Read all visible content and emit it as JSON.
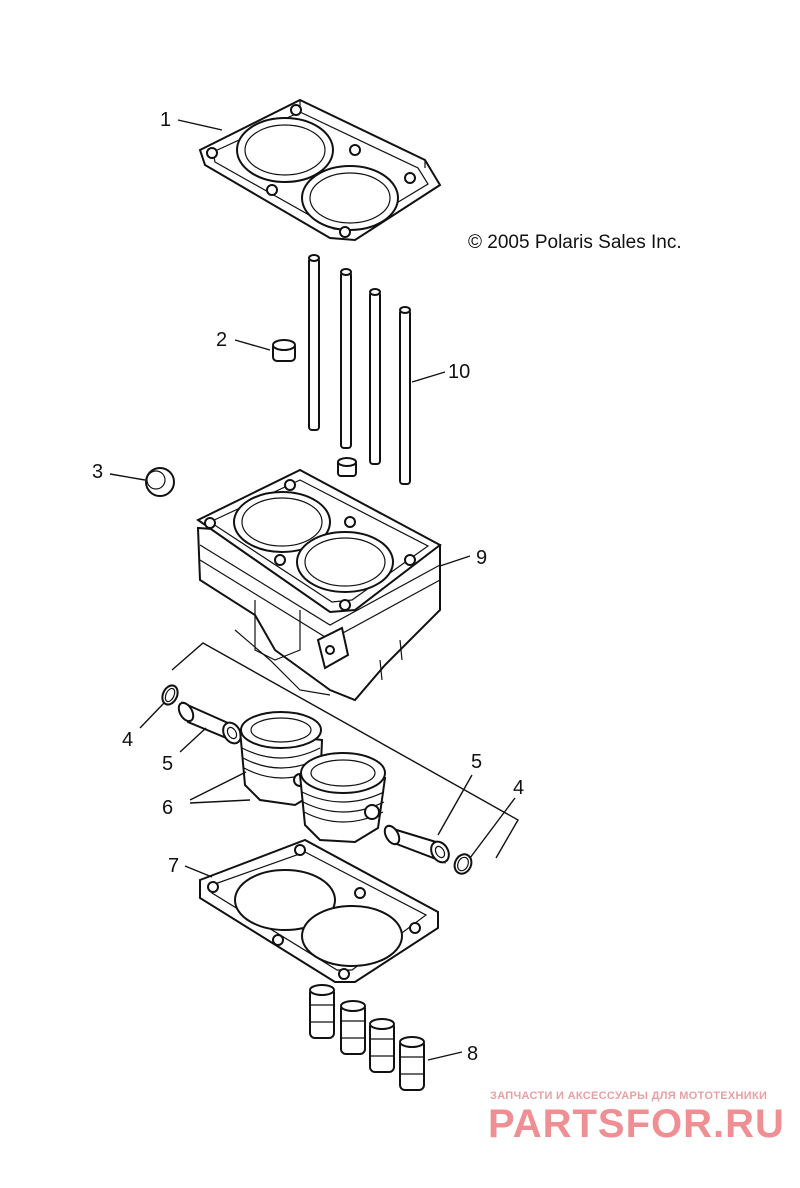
{
  "copyright": "© 2005 Polaris Sales Inc.",
  "callouts": {
    "c1": "1",
    "c2": "2",
    "c3": "3",
    "c4a": "4",
    "c4b": "4",
    "c5a": "5",
    "c5b": "5",
    "c6": "6",
    "c7": "7",
    "c8": "8",
    "c9": "9",
    "c10": "10"
  },
  "watermark": {
    "tagline": "ЗАПЧАСТИ И АКСЕССУАРЫ ДЛЯ МОТОТЕХНИКИ",
    "brand": "PARTSFOR.RU"
  }
}
